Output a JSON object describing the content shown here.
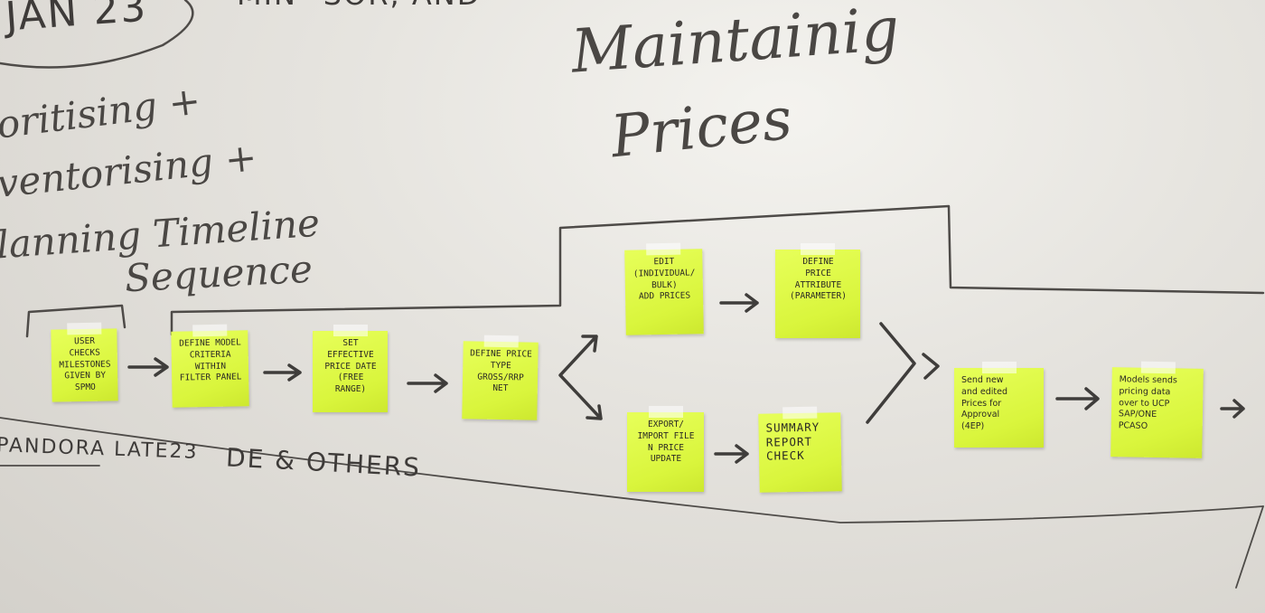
{
  "headings": {
    "top_left": "JAN 23",
    "top_partial": "MIN=SOR, AND",
    "title_line1": "Maintainig",
    "title_line2": "Prices"
  },
  "left_notes": {
    "line1": "oritising +",
    "line2": "ventorising +",
    "line3": "lanning Timeline",
    "line4": "Sequence"
  },
  "bottom_note": {
    "left": "PANDORA LATE23",
    "right": "DE & OTHERS"
  },
  "sticky_notes": [
    {
      "text": "USER CHECKS\nMILESTONES\nGIVEN BY\nSPMO"
    },
    {
      "text": "DEFINE MODEL\nCRITERIA\nWITHIN\nFILTER PANEL"
    },
    {
      "text": "SET EFFECTIVE\nPRICE DATE\n(FREE\nRANGE)"
    },
    {
      "text": "DEFINE PRICE\nTYPE\nGROSS/RRP\nNET"
    },
    {
      "text": "EDIT\n(INDIVIDUAL/\nBULK)\nADD PRICES"
    },
    {
      "text": "DEFINE\nPRICE\nATTRIBUTE\n(PARAMETER)"
    },
    {
      "text": "EXPORT/\nIMPORT FILE\nN PRICE\nUPDATE"
    },
    {
      "text": "SUMMARY\nREPORT\nCHECK"
    },
    {
      "text": "Send new\nand edited\nPrices for\nApproval\n(4EP)"
    },
    {
      "text": "Models sends\npricing data\nover to UCP\nSAP/ONE\nPCASO"
    }
  ],
  "colors": {
    "sticky": "#dcf542",
    "marker": "#4a4744",
    "board": "#e6e4df"
  }
}
